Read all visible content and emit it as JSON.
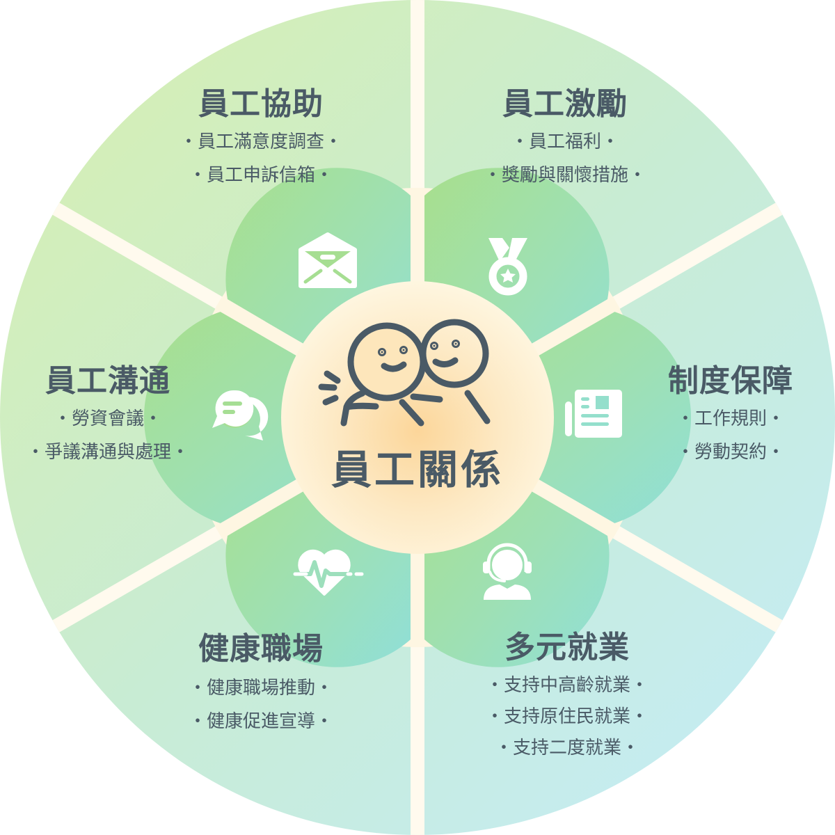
{
  "center": {
    "title": "員工關係",
    "icon": "two-friends-icon"
  },
  "colors": {
    "text": "#4a5a66",
    "separator": "#fffaee",
    "center_glow": "#fcd9a0",
    "center_base": "#fdf3dc"
  },
  "sectors": [
    {
      "id": "employee-assistance",
      "title": "員工協助",
      "icon": "envelope-icon",
      "items": [
        "・員工滿意度調查・",
        "・員工申訴信箱・"
      ],
      "outer_color": "#d4edb4",
      "bulge_color": "#a8e092"
    },
    {
      "id": "employee-incentives",
      "title": "員工激勵",
      "icon": "medal-icon",
      "items": [
        "・員工福利・",
        "・獎勵與關懷措施・"
      ],
      "outer_color": "#cceec8",
      "bulge_color": "#a2e0a0"
    },
    {
      "id": "institutional-safeguards",
      "title": "制度保障",
      "icon": "newspaper-icon",
      "items": [
        "・工作規則・",
        "・勞動契約・"
      ],
      "outer_color": "#c4ece6",
      "bulge_color": "#94e0cc"
    },
    {
      "id": "diverse-employment",
      "title": "多元就業",
      "icon": "headset-person-icon",
      "items": [
        "・支持中高齡就業・",
        "・支持原住民就業・",
        "・支持二度就業・"
      ],
      "outer_color": "#c6ecf2",
      "bulge_color": "#96e0d4"
    },
    {
      "id": "healthy-workplace",
      "title": "健康職場",
      "icon": "heartbeat-icon",
      "items": [
        "・健康職場推動・",
        "・健康促進宣導・"
      ],
      "outer_color": "#c8ecd8",
      "bulge_color": "#9ee0bc"
    },
    {
      "id": "employee-communication",
      "title": "員工溝通",
      "icon": "chat-bubbles-icon",
      "items": [
        "・勞資會議・",
        "・爭議溝通與處理・"
      ],
      "outer_color": "#d2edbc",
      "bulge_color": "#a6e096"
    }
  ]
}
